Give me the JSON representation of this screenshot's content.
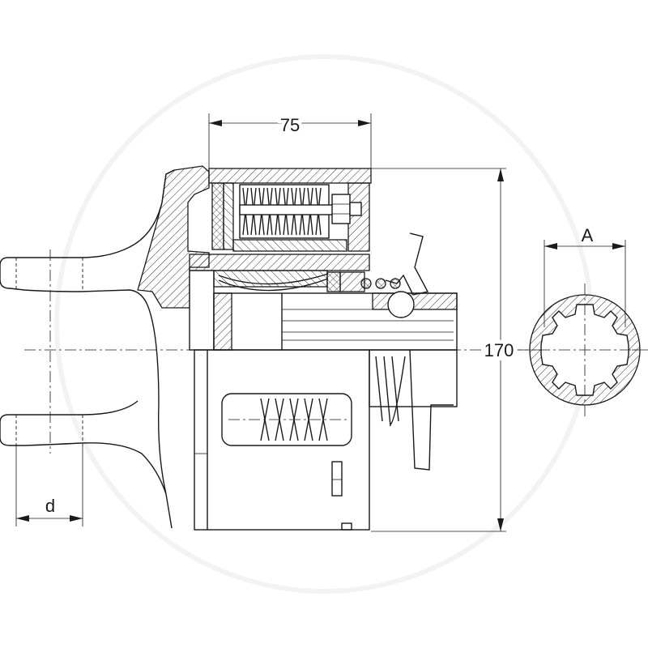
{
  "dimensions": {
    "width_label": "75",
    "height_label": "170",
    "profile_label": "A",
    "bore_label": "d"
  }
}
